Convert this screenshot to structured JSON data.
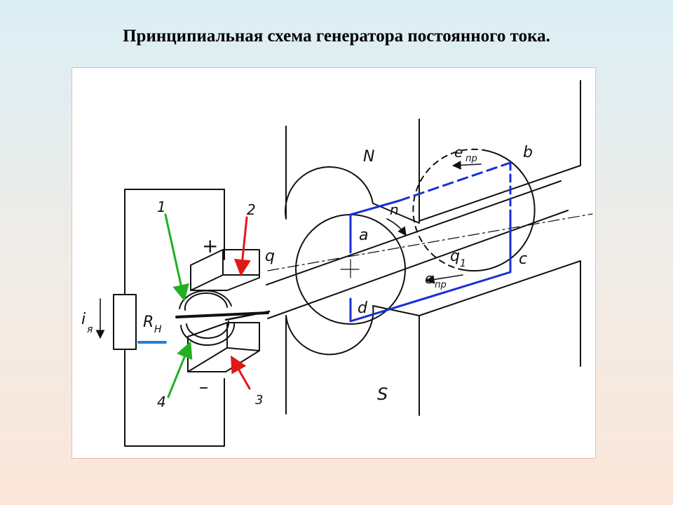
{
  "title": "Принципиальная схема генератора постоянного тока.",
  "labels": {
    "pole_n": "N",
    "pole_s": "S",
    "a": "a",
    "b": "b",
    "c": "c",
    "d": "d",
    "q": "q",
    "q1": "q",
    "q1_sub": "1",
    "n": "n",
    "e_top": "e",
    "e_top_sub": "пр",
    "e_bottom": "e",
    "e_bottom_sub": "пр",
    "plus": "+",
    "minus": "–",
    "rh": "R",
    "rh_sub": "H",
    "i": "i",
    "i_sub": "я",
    "num1": "1",
    "num2": "2",
    "num3": "3",
    "num4": "4"
  },
  "colors": {
    "coil": "#1a2fd6",
    "arrow_green": "#22b022",
    "arrow_red": "#e01818",
    "rh_marker": "#1e7fd6",
    "ink": "#111111"
  }
}
